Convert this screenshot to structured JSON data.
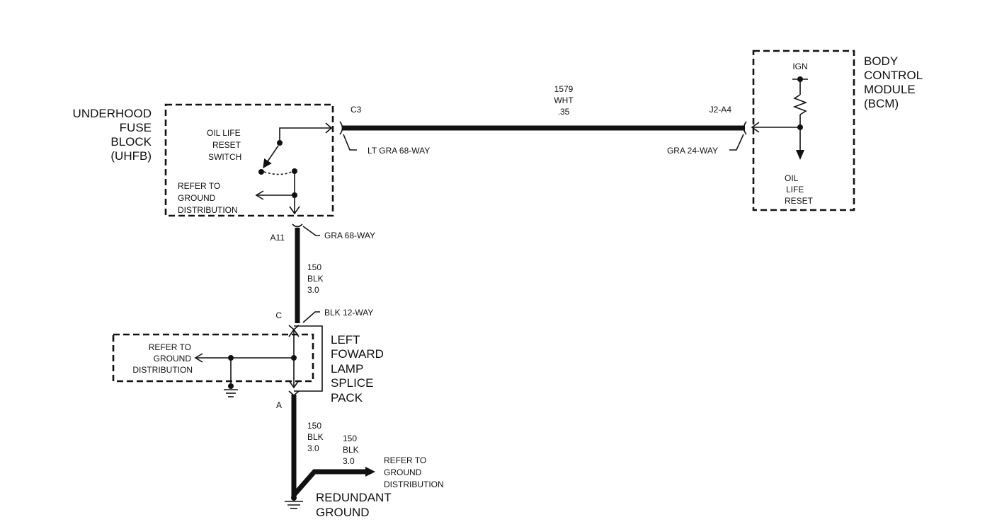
{
  "components": {
    "uhfb": {
      "name": [
        "UNDERHOOD",
        "FUSE",
        "BLOCK",
        "(UHFB)"
      ]
    },
    "bcm": {
      "name": [
        "BODY",
        "CONTROL",
        "MODULE",
        "(BCM)"
      ],
      "supply": "IGN",
      "output": [
        "OIL",
        "LIFE",
        "RESET"
      ]
    },
    "switch": {
      "name": [
        "OIL LIFE",
        "RESET",
        "SWITCH"
      ]
    },
    "splice_pack": {
      "name": [
        "LEFT",
        "FOWARD",
        "LAMP",
        "SPLICE",
        "PACK"
      ]
    },
    "redundant_ground": {
      "name": [
        "REDUNDANT",
        "GROUND"
      ]
    }
  },
  "refs": {
    "uhfb_ground": [
      "REFER TO",
      "GROUND",
      "DISTRIBUTION"
    ],
    "splice_ground": [
      "REFER TO",
      "GROUND",
      "DISTRIBUTION"
    ],
    "bottom_ground": [
      "REFER TO",
      "GROUND",
      "DISTRIBUTION"
    ]
  },
  "connectors": {
    "c3": {
      "pin": "C3",
      "connector": "LT GRA 68-WAY"
    },
    "j2a4": {
      "pin": "J2-A4",
      "connector": "GRA 24-WAY"
    },
    "a11": {
      "pin": "A11",
      "connector": "GRA 68-WAY"
    },
    "c": {
      "pin": "C",
      "connector": "BLK 12-WAY"
    },
    "a": {
      "pin": "A"
    }
  },
  "wires": {
    "w1579": [
      "1579",
      "WHT",
      ".35"
    ],
    "w150_upper": [
      "150",
      "BLK",
      "3.0"
    ],
    "w150_lower": [
      "150",
      "BLK",
      "3.0"
    ],
    "w150_branch": [
      "150",
      "BLK",
      "3.0"
    ]
  },
  "colors": {
    "ink": "#111111",
    "background": "#ffffff"
  }
}
